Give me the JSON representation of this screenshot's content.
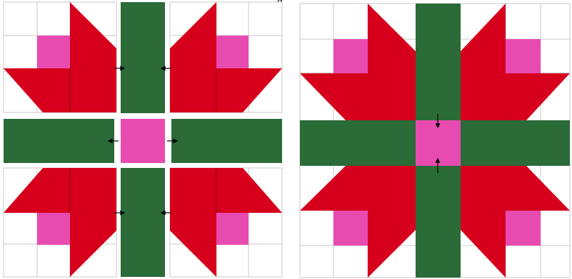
{
  "caption_fragment": "g",
  "colors": {
    "red": "#D6001C",
    "green": "#2A6B37",
    "pink": "#E84BB0",
    "background": "#FFFFFF",
    "grid": "#C8C8C8",
    "arrow": "#000000"
  },
  "panels": [
    {
      "id": "unassembled-block",
      "state": "pieces-separated"
    },
    {
      "id": "assembled-block",
      "state": "pieces-joined"
    }
  ]
}
